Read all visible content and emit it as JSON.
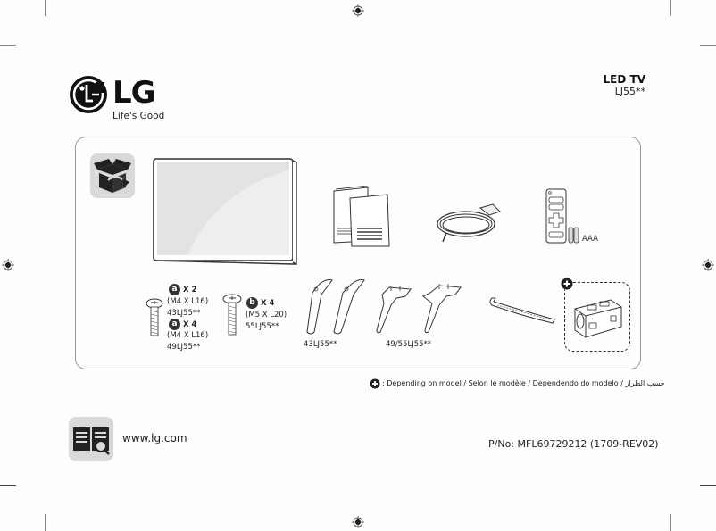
{
  "header": {
    "brand": "LG",
    "tagline": "Life's Good",
    "product_title": "LED TV",
    "model": "LJ55**"
  },
  "parts": {
    "tv": {
      "name": "tv-panel"
    },
    "manuals": {
      "name": "manuals"
    },
    "power_cord": {
      "name": "power-cord"
    },
    "remote": {
      "name": "remote-control",
      "battery_label": "AAA"
    },
    "screws": [
      {
        "badge": "a",
        "qty": "X 2",
        "spec": "(M4 X L16)",
        "model": "43LJ55**"
      },
      {
        "badge": "a",
        "qty": "X 4",
        "spec": "(M4 X L16)",
        "model": "49LJ55**"
      },
      {
        "badge": "b",
        "qty": "X 4",
        "spec": "(M5 X L20)",
        "model": "55LJ55**"
      }
    ],
    "stands": [
      {
        "model": "43LJ55**"
      },
      {
        "model": "49/55LJ55**"
      }
    ],
    "cable_holder": {
      "name": "cable-holder"
    },
    "ferrite_core": {
      "name": "ferrite-core",
      "optional": true
    }
  },
  "footnote": {
    "symbol": "+",
    "text": ": Depending on model / Selon le modèle / Dependendo do modelo / حسب الطراز"
  },
  "footer": {
    "url": "www.lg.com",
    "part_number": "P/No: MFL69729212 (1709-REV02)"
  },
  "colors": {
    "ink": "#222222",
    "tile_gray": "#d9d9d9",
    "border": "#999999"
  }
}
